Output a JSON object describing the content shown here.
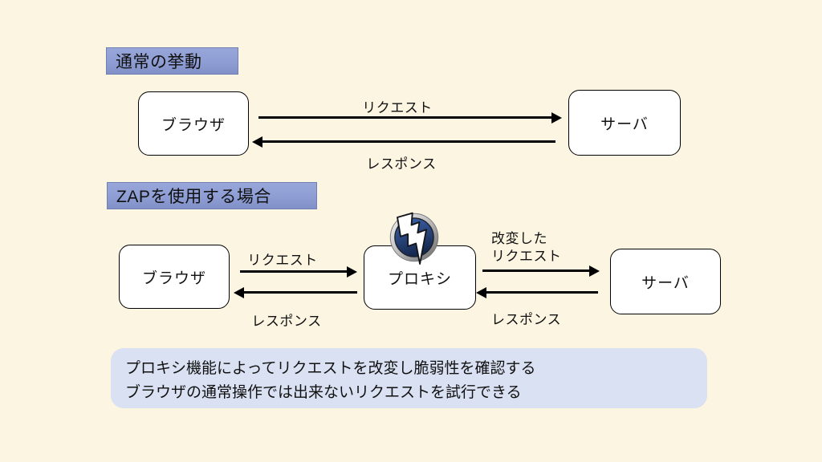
{
  "slide": {
    "background_color": "#FCF5E2",
    "section_label_color": "#8E9ED4",
    "note_background_color": "#D9E1F3",
    "node_border_color": "#000000",
    "arrow_color": "#000000"
  },
  "section_normal": {
    "title": "通常の挙動",
    "browser_label": "ブラウザ",
    "server_label": "サーバ",
    "request_label": "リクエスト",
    "response_label": "レスポンス"
  },
  "section_zap": {
    "title": "ZAPを使用する場合",
    "browser_label": "ブラウザ",
    "proxy_label": "プロキシ",
    "server_label": "サーバ",
    "request_label": "リクエスト",
    "response_label": "レスポンス",
    "modified_request_line1": "改変した",
    "modified_request_line2": "リクエスト",
    "server_response_label": "レスポンス",
    "zap_logo_icon": "zap-lightning-bolt-logo",
    "zap_logo_colors": {
      "ring": "#BDBDBD",
      "circle": "#2B4A8C",
      "bolt": "#FFFFFF"
    }
  },
  "note": {
    "line1": "プロキシ機能によってリクエストを改変し脆弱性を確認する",
    "line2": "ブラウザの通常操作では出来ないリクエストを試行できる"
  }
}
